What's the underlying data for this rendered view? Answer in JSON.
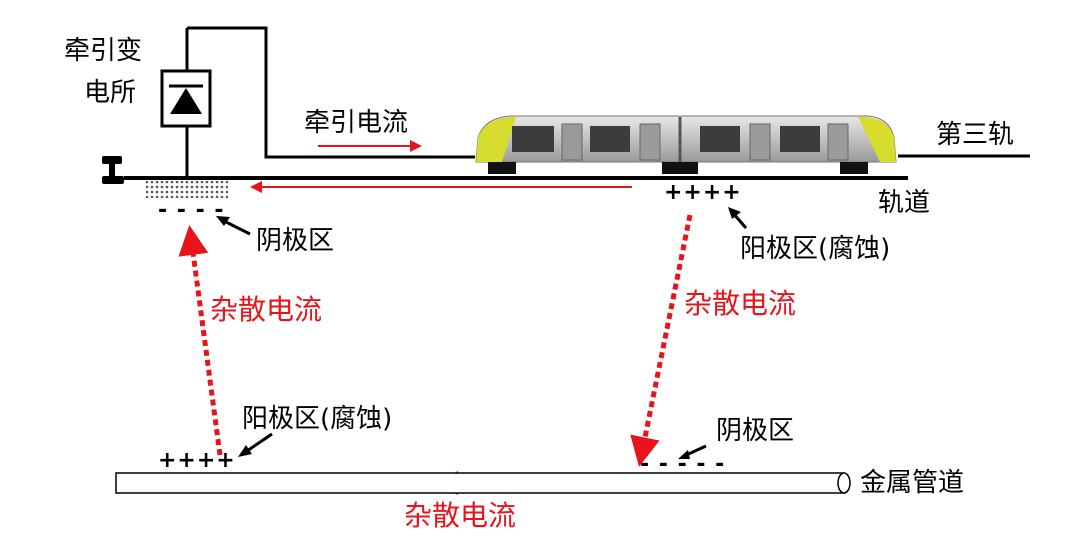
{
  "labels": {
    "substation_line1": "牵引变",
    "substation_line2": "电所",
    "traction_current": "牵引电流",
    "third_rail": "第三轨",
    "track": "轨道",
    "cathode_top": "阴极区",
    "anode_top": "阳极区(腐蚀)",
    "stray_left": "杂散电流",
    "stray_right": "杂散电流",
    "anode_bottom": "阳极区(腐蚀)",
    "cathode_bottom": "阴极区",
    "pipe": "金属管道",
    "stray_bottom": "杂散电流"
  },
  "signs": {
    "minus_top": "- - - -",
    "plus_top": "++++",
    "plus_bottom": "++++",
    "minus_bottom": "- - - - -"
  },
  "colors": {
    "current_red": "#e8141b",
    "line_black": "#000000",
    "train_body": "#c9c9c9",
    "train_accent": "#d7dd2e",
    "window_dark": "#3c3c3c"
  },
  "icons": [
    "diode-icon",
    "rail-profile-icon",
    "train-icon"
  ]
}
